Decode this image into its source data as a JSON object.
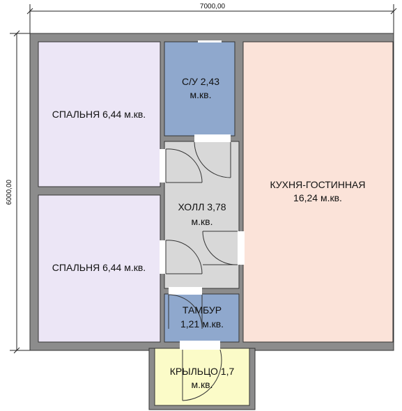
{
  "dimensions": {
    "width_label": "7000,00",
    "height_label": "6000,00"
  },
  "rooms": {
    "bedroom_top": {
      "line1": "СПАЛЬНЯ 6,44 м.кв.",
      "line2": ""
    },
    "bathroom": {
      "line1": "С/У 2,43",
      "line2": "м.кв."
    },
    "kitchen": {
      "line1": "КУХНЯ-ГОСТИННАЯ",
      "line2": "16,24 м.кв."
    },
    "hall": {
      "line1": "ХОЛЛ 3,78",
      "line2": "м.кв."
    },
    "bedroom_bottom": {
      "line1": "СПАЛЬНЯ 6,44 м.кв.",
      "line2": ""
    },
    "vestibule": {
      "line1": "ТАМБУР",
      "line2": "1,21 м.кв."
    },
    "porch": {
      "line1": "КРЫЛЬЦО 1,7",
      "line2": "м.кв."
    }
  },
  "colors": {
    "wall": "#8c8c8c",
    "bedroom": "#ece6f6",
    "bathroom": "#8fa8cd",
    "kitchen": "#fbe3d9",
    "hall": "#d8d8d8",
    "vestibule": "#8fa8cd",
    "porch": "#fbfbc8",
    "stroke": "#333333"
  }
}
